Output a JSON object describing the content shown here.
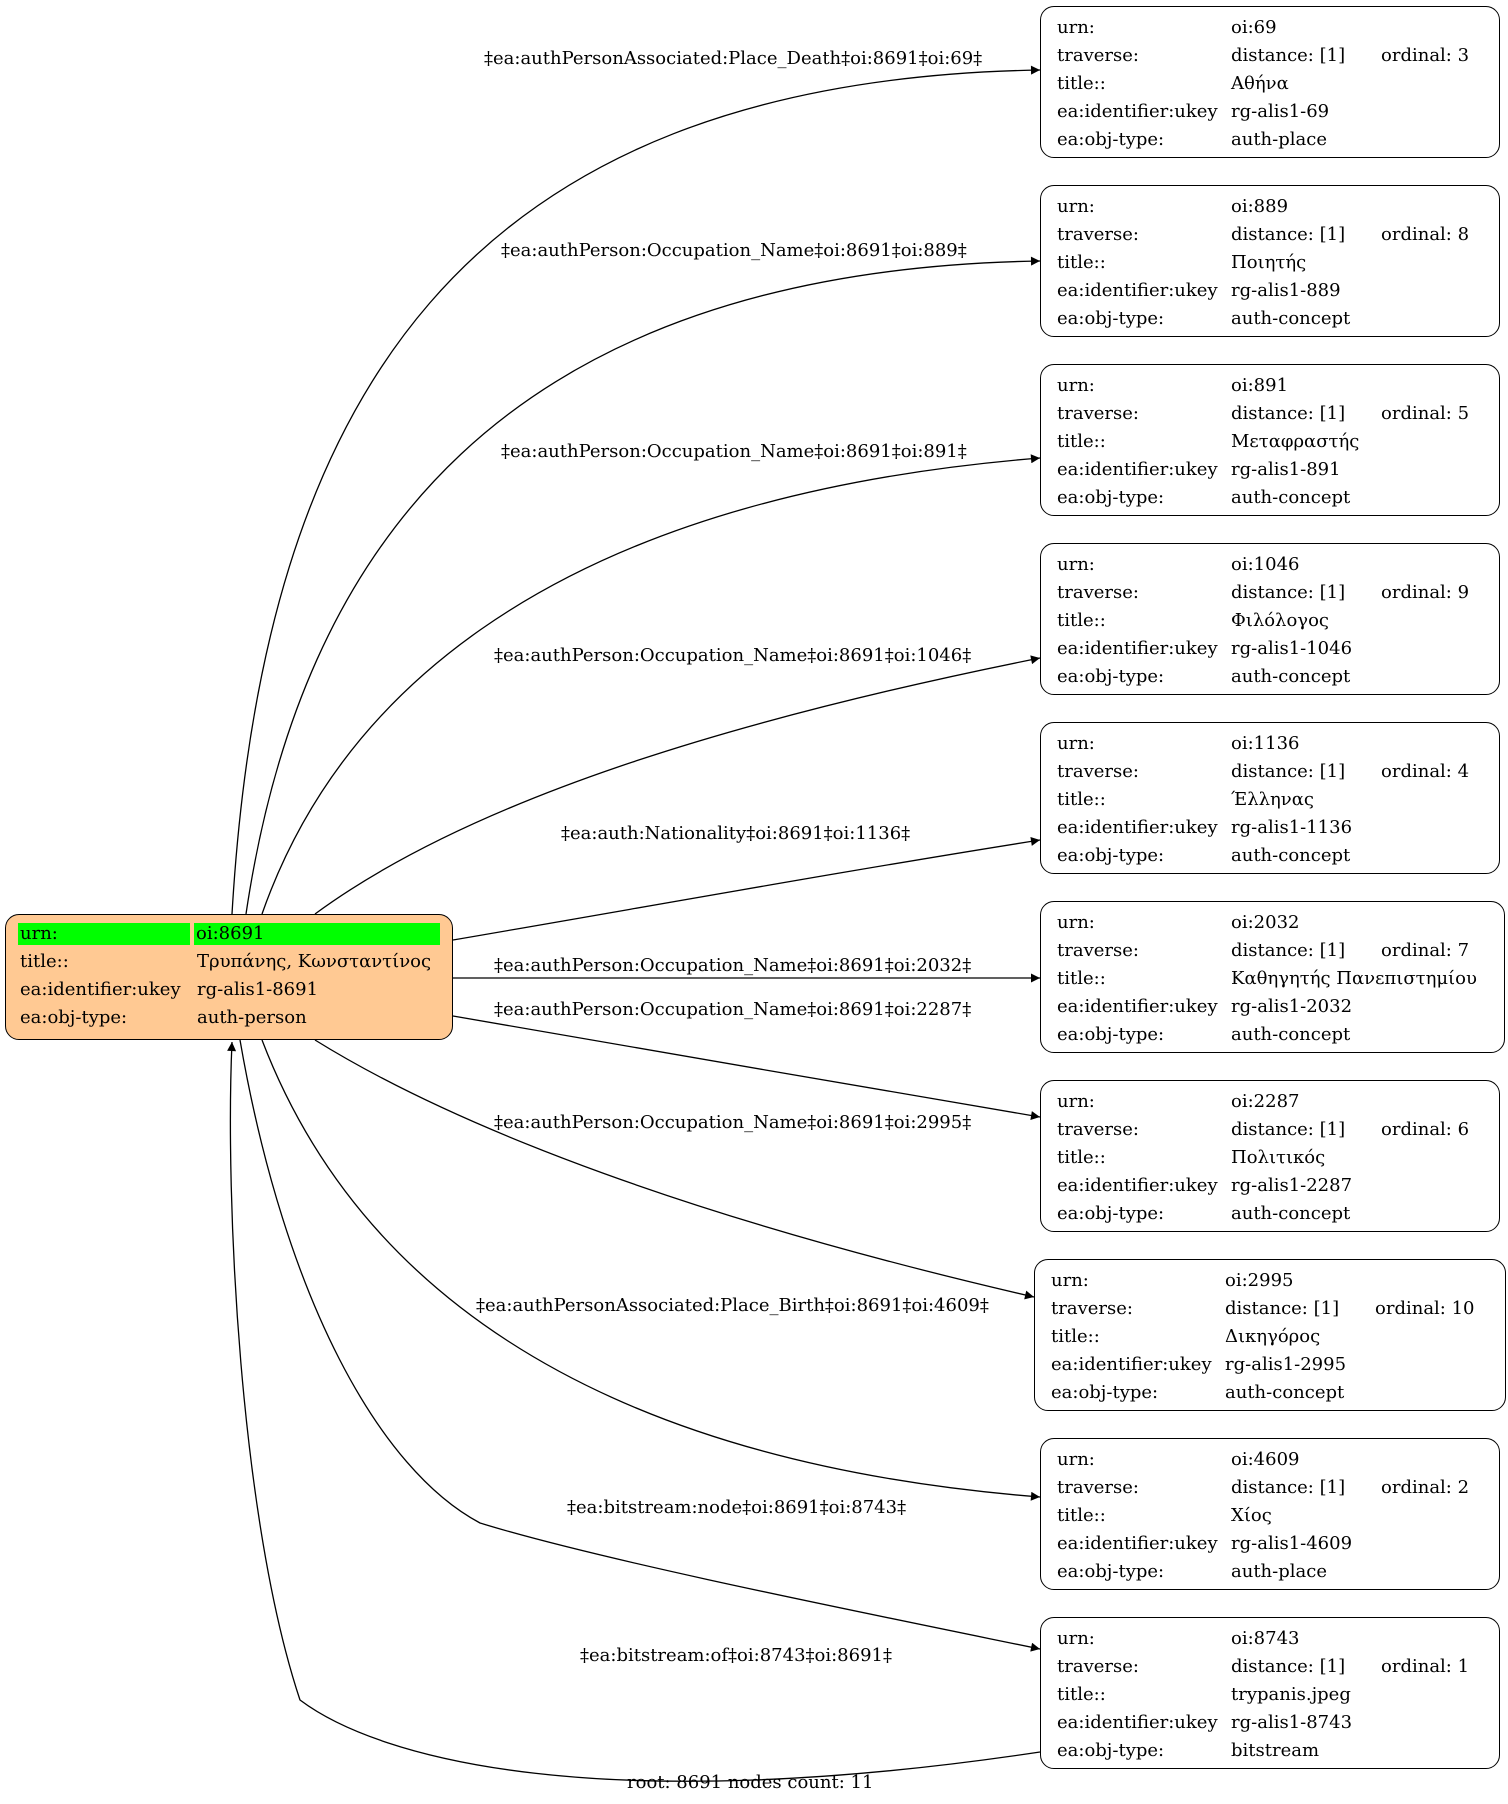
{
  "root": {
    "urn_label": "urn:",
    "urn_value": "oi:8691",
    "title_label": "title::",
    "title_value": "Τρυπάνης, Κωνσταντίνος",
    "ukey_label": "ea:identifier:ukey",
    "ukey_value": "rg-alis1-8691",
    "type_label": "ea:obj-type:",
    "type_value": "auth-person",
    "fill_color": "#ffc993",
    "highlight_color": "#00ff00"
  },
  "field_labels": {
    "urn": "urn:",
    "traverse": "traverse:",
    "title": "title::",
    "ukey": "ea:identifier:ukey",
    "type": "ea:obj-type:"
  },
  "nodes": [
    {
      "urn": "oi:69",
      "distance": "distance: [1]",
      "ordinal": "ordinal: 3",
      "title": "Αθήνα",
      "ukey": "rg-alis1-69",
      "type": "auth-place"
    },
    {
      "urn": "oi:889",
      "distance": "distance: [1]",
      "ordinal": "ordinal: 8",
      "title": "Ποιητής",
      "ukey": "rg-alis1-889",
      "type": "auth-concept"
    },
    {
      "urn": "oi:891",
      "distance": "distance: [1]",
      "ordinal": "ordinal: 5",
      "title": "Μεταφραστής",
      "ukey": "rg-alis1-891",
      "type": "auth-concept"
    },
    {
      "urn": "oi:1046",
      "distance": "distance: [1]",
      "ordinal": "ordinal: 9",
      "title": "Φιλόλογος",
      "ukey": "rg-alis1-1046",
      "type": "auth-concept"
    },
    {
      "urn": "oi:1136",
      "distance": "distance: [1]",
      "ordinal": "ordinal: 4",
      "title": "Έλληνας",
      "ukey": "rg-alis1-1136",
      "type": "auth-concept"
    },
    {
      "urn": "oi:2032",
      "distance": "distance: [1]",
      "ordinal": "ordinal: 7",
      "title": "Καθηγητής Πανεπιστημίου",
      "ukey": "rg-alis1-2032",
      "type": "auth-concept"
    },
    {
      "urn": "oi:2287",
      "distance": "distance: [1]",
      "ordinal": "ordinal: 6",
      "title": "Πολιτικός",
      "ukey": "rg-alis1-2287",
      "type": "auth-concept"
    },
    {
      "urn": "oi:2995",
      "distance": "distance: [1]",
      "ordinal": "ordinal: 10",
      "title": "Δικηγόρος",
      "ukey": "rg-alis1-2995",
      "type": "auth-concept"
    },
    {
      "urn": "oi:4609",
      "distance": "distance: [1]",
      "ordinal": "ordinal: 2",
      "title": "Χίος",
      "ukey": "rg-alis1-4609",
      "type": "auth-place"
    },
    {
      "urn": "oi:8743",
      "distance": "distance: [1]",
      "ordinal": "ordinal: 1",
      "title": "trypanis.jpeg",
      "ukey": "rg-alis1-8743",
      "type": "bitstream"
    }
  ],
  "edges": [
    {
      "label": "‡ea:authPersonAssociated:Place_Death‡oi:8691‡oi:69‡"
    },
    {
      "label": "‡ea:authPerson:Occupation_Name‡oi:8691‡oi:889‡"
    },
    {
      "label": "‡ea:authPerson:Occupation_Name‡oi:8691‡oi:891‡"
    },
    {
      "label": "‡ea:authPerson:Occupation_Name‡oi:8691‡oi:1046‡"
    },
    {
      "label": "‡ea:auth:Nationality‡oi:8691‡oi:1136‡"
    },
    {
      "label": "‡ea:authPerson:Occupation_Name‡oi:8691‡oi:2032‡"
    },
    {
      "label": "‡ea:authPerson:Occupation_Name‡oi:8691‡oi:2287‡"
    },
    {
      "label": "‡ea:authPerson:Occupation_Name‡oi:8691‡oi:2995‡"
    },
    {
      "label": "‡ea:authPersonAssociated:Place_Birth‡oi:8691‡oi:4609‡"
    },
    {
      "label": "‡ea:bitstream:node‡oi:8691‡oi:8743‡"
    },
    {
      "label": "‡ea:bitstream:of‡oi:8743‡oi:8691‡"
    }
  ],
  "footer": "root: 8691 nodes count: 11"
}
